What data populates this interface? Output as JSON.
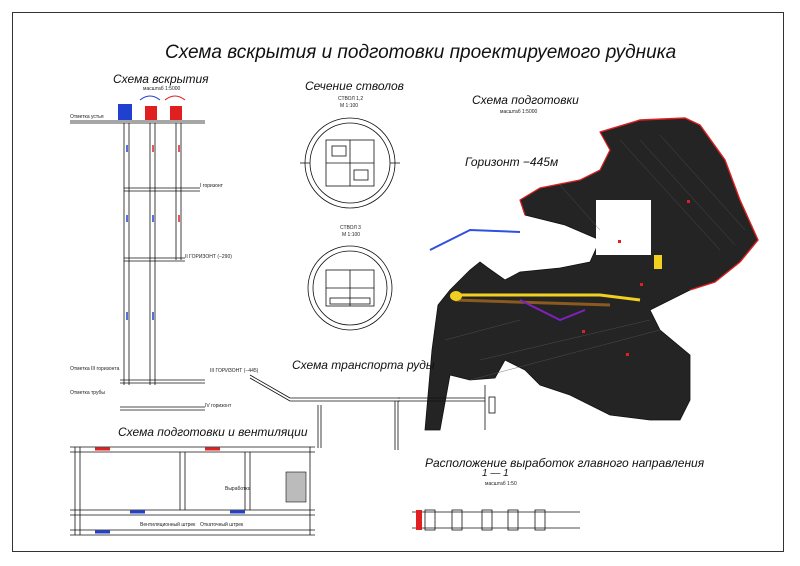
{
  "title": "Схема вскрытия и подготовки проектируемого рудника",
  "sections": {
    "opening": "Схема вскрытия",
    "shafts": "Сечение стволов",
    "development": "Схема подготовки",
    "horizon": "Горизонт  −445м",
    "transport": "Схема транспорта руды",
    "ventilation": "Схема подготовки и вентиляции",
    "workings": "Расположение выработок главного направления",
    "section_mark": "1 — 1"
  },
  "labels": {
    "scale_small": "масштаб 1:5000",
    "shaft_12": "СТВОЛ 1,2",
    "shaft_12_scale": "М 1:100",
    "shaft_3": "СТВОЛ 3",
    "shaft_3_scale": "М 1:100",
    "level_1": "I горизонт",
    "level_2": "II ГОРИЗОНТ (−290)",
    "level_3": "III ГОРИЗОНТ (−445)",
    "level_4": "IV горизонт",
    "surface_mark": "Отметка устья",
    "mark_left_1": "Отметка III горизонта",
    "mark_left_2": "Отметка трубы",
    "vent_1": "Вентиляционный штрек",
    "vent_2": "Откаточный штрек",
    "vent_3": "Выработка",
    "section_scale": "масштаб 1:50"
  },
  "colors": {
    "line": "#111111",
    "red": "#e02020",
    "blue": "#2040d0",
    "yellow": "#f2d020",
    "purple": "#8020c0",
    "dark": "#1e1e1e"
  }
}
